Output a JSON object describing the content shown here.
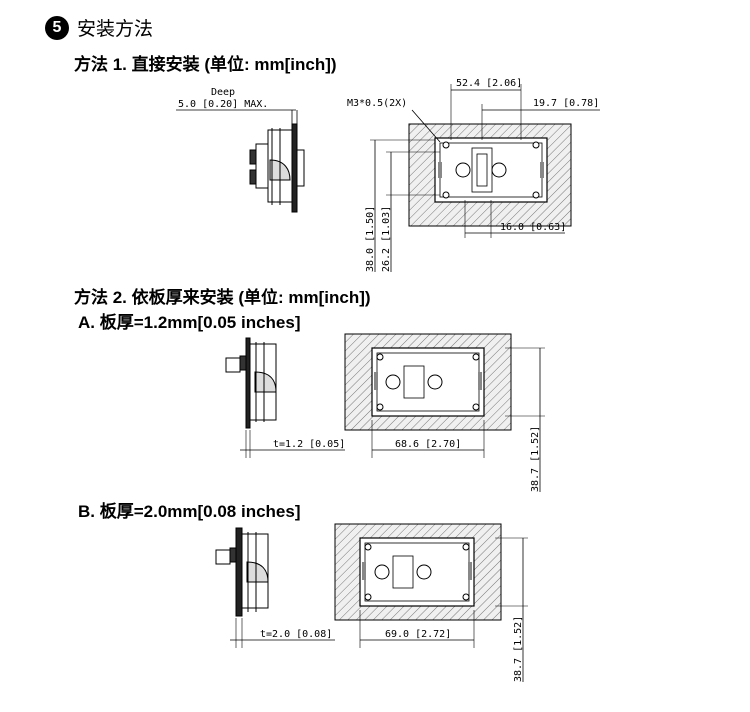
{
  "section": {
    "number": "5",
    "title": "安装方法"
  },
  "method1": {
    "heading": "方法  1.  直接安装  (单位: mm[inch])",
    "deep_label": "Deep",
    "deep_value": "5.0 [0.20] MAX.",
    "screw_label": "M3*0.5(2X)",
    "width_dim": "52.4 [2.06]",
    "right_dim": "19.7 [0.78]",
    "height_dim": "38.0 [1.50]",
    "inner_height_dim": "26.2 [1.03]",
    "bottom_dim": "16.0 [0.63]"
  },
  "method2": {
    "heading": "方法  2.  依板厚来安装  (单位: mm[inch])",
    "a": {
      "heading": "A.   板厚=1.2mm[0.05 inches]",
      "thickness": "t=1.2 [0.05]",
      "cutout_width": "68.6 [2.70]",
      "cutout_height": "38.7 [1.52]"
    },
    "b": {
      "heading": "B.   板厚=2.0mm[0.08 inches]",
      "thickness": "t=2.0 [0.08]",
      "cutout_width": "69.0 [2.72]",
      "cutout_height": "38.7 [1.52]"
    }
  }
}
